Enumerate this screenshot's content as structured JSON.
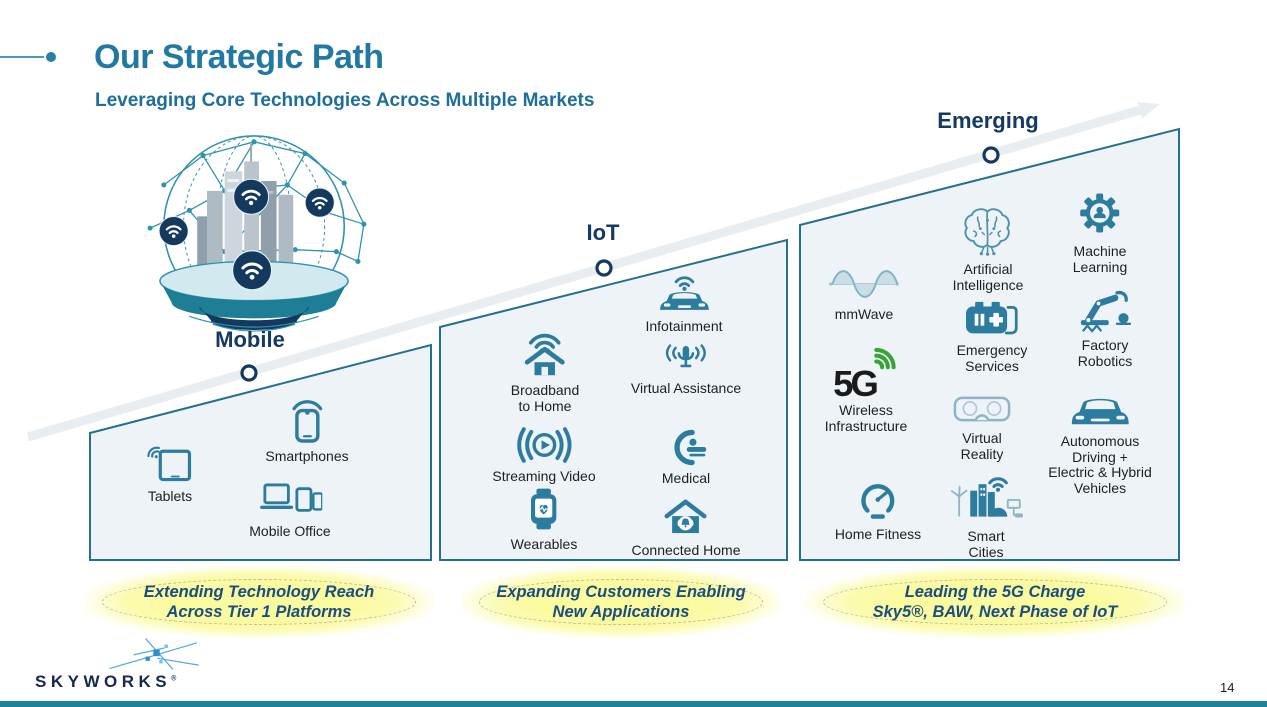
{
  "slide": {
    "title": "Our Strategic Path",
    "subtitle": "Leveraging Core Technologies Across Multiple Markets",
    "page_number": "14",
    "logo_text": "SKYWORKS",
    "logo_mark": "®"
  },
  "colors": {
    "title_teal": "#2179a1",
    "subtitle_teal": "#1d6f99",
    "panel_fill": "#edf3f7",
    "panel_border": "#25708f",
    "panel_title_navy": "#143a63",
    "icon_teal": "#2b7c9e",
    "caption_text_blue": "#1a4e80",
    "caption_glow_yellow": "#fafa9e",
    "five_g_green": "#35a435",
    "arrow_gray": "#e7edf1",
    "footer_bar_teal": "#1f8296",
    "logo_navy": "#152a4e",
    "wifi_badge_navy": "#14395f"
  },
  "panels": [
    {
      "label": "Mobile",
      "caption": "Extending Technology Reach\nAcross Tier 1 Platforms",
      "items": [
        {
          "icon": "tablet-wifi-icon",
          "label": "Tablets"
        },
        {
          "icon": "smartphone-wifi-icon",
          "label": "Smartphones"
        },
        {
          "icon": "mobile-office-icon",
          "label": "Mobile Office"
        }
      ]
    },
    {
      "label": "IoT",
      "caption": "Expanding Customers Enabling\nNew Applications",
      "items": [
        {
          "icon": "car-wifi-icon",
          "label": "Infotainment"
        },
        {
          "icon": "house-wifi-icon",
          "label": "Broadband\nto Home"
        },
        {
          "icon": "voice-assistant-icon",
          "label": "Virtual Assistance"
        },
        {
          "icon": "streaming-video-icon",
          "label": "Streaming Video"
        },
        {
          "icon": "medical-scanner-icon",
          "label": "Medical"
        },
        {
          "icon": "smartwatch-icon",
          "label": "Wearables"
        },
        {
          "icon": "connected-home-icon",
          "label": "Connected Home"
        }
      ]
    },
    {
      "label": "Emerging",
      "caption": "Leading the 5G Charge\nSky5®, BAW, Next Phase of IoT",
      "items": [
        {
          "icon": "mmwave-icon",
          "label": "mmWave"
        },
        {
          "icon": "5g-logo-icon",
          "label": "Wireless\nInfrastructure",
          "logo_text": "5G"
        },
        {
          "icon": "gauge-icon",
          "label": "Home Fitness"
        },
        {
          "icon": "ai-brain-icon",
          "label": "Artificial\nIntelligence"
        },
        {
          "icon": "first-aid-kit-icon",
          "label": "Emergency\nServices"
        },
        {
          "icon": "vr-headset-icon",
          "label": "Virtual\nReality"
        },
        {
          "icon": "smart-city-icon",
          "label": "Smart\nCities"
        },
        {
          "icon": "gear-person-icon",
          "label": "Machine\nLearning"
        },
        {
          "icon": "robot-arm-icon",
          "label": "Factory\nRobotics"
        },
        {
          "icon": "autonomous-car-icon",
          "label": "Autonomous\nDriving +\nElectric & Hybrid\nVehicles"
        }
      ]
    }
  ]
}
